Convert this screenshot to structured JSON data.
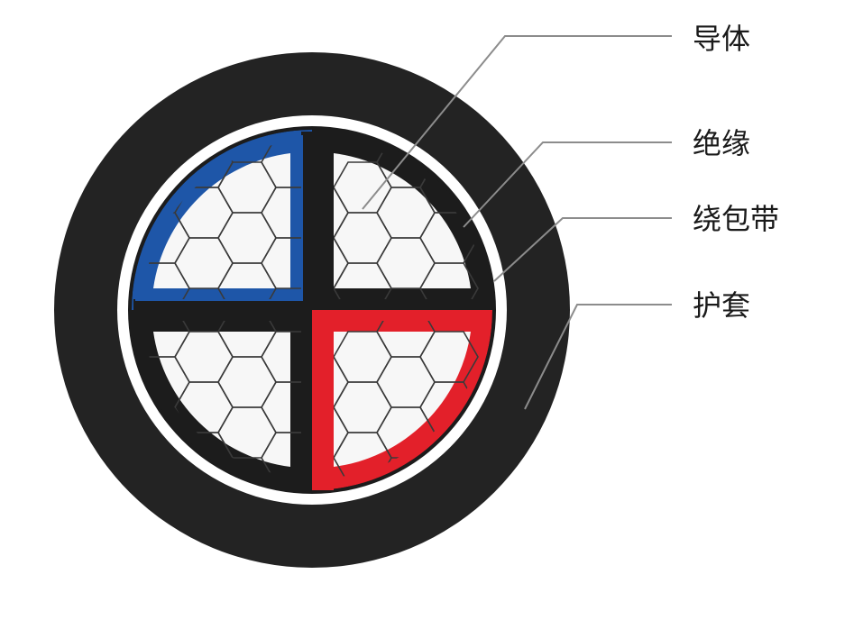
{
  "labels": {
    "conductor": "导体",
    "insulation": "绝缘",
    "wrapping_tape": "绕包带",
    "sheath": "护套"
  },
  "colors": {
    "sheath": "#232323",
    "wrapping_tape": "#ffffff",
    "conductor_fill": "#f7f7f7",
    "conductor_strands": "#3a3a3a",
    "insulation_top_left": "#1e56a8",
    "insulation_top_right": "#1c1c1c",
    "insulation_bottom_left": "#1c1c1c",
    "insulation_bottom_right": "#e3202a",
    "leader_line": "#8c8c8c"
  }
}
